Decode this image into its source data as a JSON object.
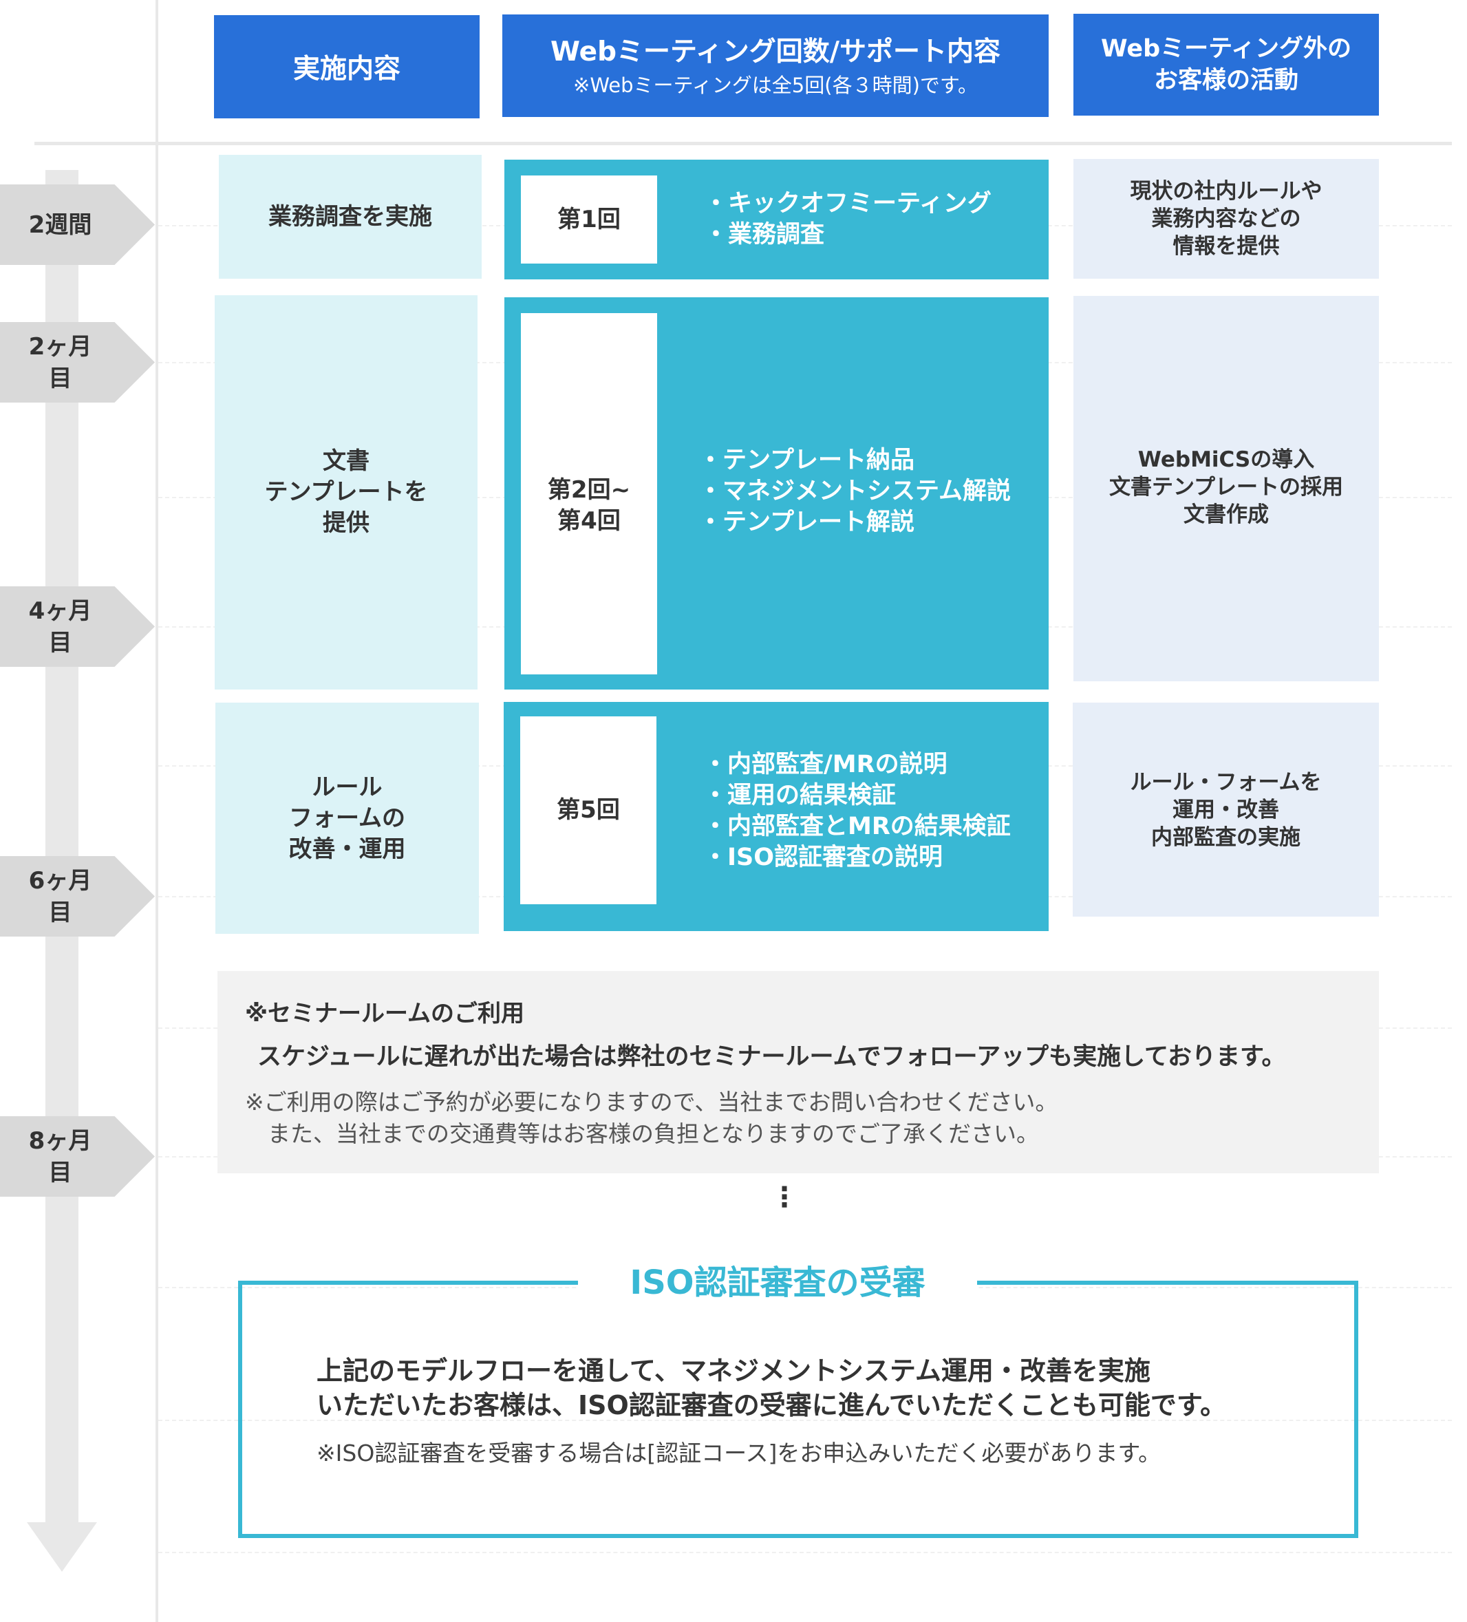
{
  "headers": {
    "col1": "実施内容",
    "col2_title": "Webミーティング回数/サポート内容",
    "col2_sub": "※Webミーティングは全5回(各３時間)です。",
    "col3_line1": "Webミーティング外の",
    "col3_line2": "お客様の活動"
  },
  "timeline": [
    "2週間",
    "2ヶ月目",
    "4ヶ月目",
    "6ヶ月目",
    "8ヶ月目"
  ],
  "rows": [
    {
      "col1": [
        "業務調査を実施"
      ],
      "session": [
        "第1回"
      ],
      "items": [
        "・キックオフミーティング",
        "・業務調査"
      ],
      "col3": [
        "現状の社内ルールや",
        "業務内容などの",
        "情報を提供"
      ]
    },
    {
      "col1": [
        "文書",
        "テンプレートを",
        "提供"
      ],
      "session": [
        "第2回~",
        "第4回"
      ],
      "items": [
        "・テンプレート納品",
        "・マネジメントシステム解説",
        "・テンプレート解説"
      ],
      "col3": [
        "WebMiCSの導入",
        "文書テンプレートの採用",
        "文書作成"
      ]
    },
    {
      "col1": [
        "ルール",
        "フォームの",
        "改善・運用"
      ],
      "session": [
        "第5回"
      ],
      "items": [
        "・内部監査/MRの説明",
        "・運用の結果検証",
        "・内部監査とMRの結果検証",
        "・ISO認証審査の説明"
      ],
      "col3": [
        "ルール・フォームを",
        "運用・改善",
        "内部監査の実施"
      ]
    }
  ],
  "note": {
    "title": "※セミナールームのご利用",
    "body": "スケジュールに遅れが出た場合は弊社のセミナールームでフォローアップも実施しております。",
    "small1": "※ご利用の際はご予約が必要になりますので、当社までお問い合わせください。",
    "small2": "　また、当社までの交通費等はお客様の負担となりますのでご了承ください。"
  },
  "ellipsis": "⋮",
  "iso": {
    "title": "ISO認証審査の受審",
    "line1": "上記のモデルフローを通して、マネジメントシステム運用・改善を実施",
    "line2": "いただいたお客様は、ISO認証審査の受審に進んでいただくことも可能です。",
    "small": "※ISO認証審査を受審する場合は[認証コース]をお申込みいただく必要があります。"
  },
  "colors": {
    "header": "#2870d9",
    "teal": "#39b8d4",
    "cyan_light": "#dcf3f7",
    "blue_light": "#e7eef8",
    "note_bg": "#f2f2f2"
  }
}
